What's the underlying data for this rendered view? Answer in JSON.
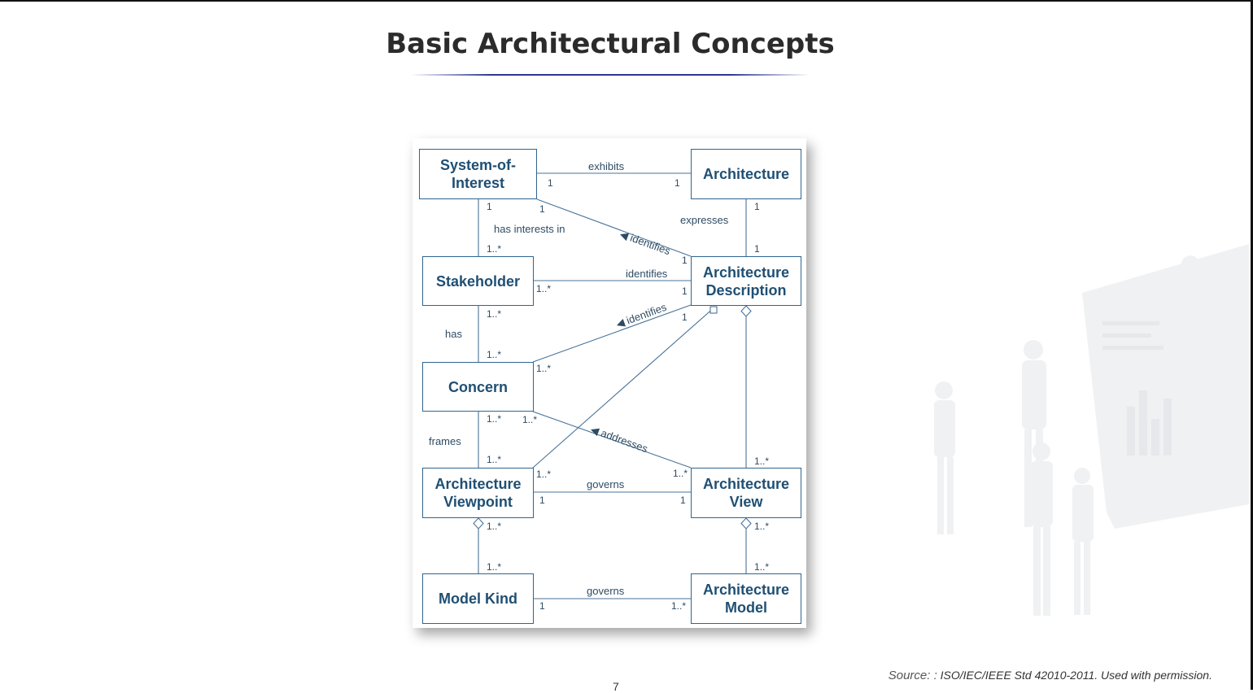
{
  "slide": {
    "title": "Basic Architectural Concepts",
    "source_label": "Source: :",
    "source_text": "ISO/IEC/IEEE Std 42010-2011. Used with permission.",
    "page_number": "7"
  },
  "diagram": {
    "boxes": {
      "system_of_interest": "System-of-\nInterest",
      "architecture": "Architecture",
      "stakeholder": "Stakeholder",
      "architecture_description": "Architecture\nDescription",
      "concern": "Concern",
      "architecture_viewpoint": "Architecture\nViewpoint",
      "architecture_view": "Architecture\nView",
      "model_kind": "Model Kind",
      "architecture_model": "Architecture\nModel"
    },
    "labels": {
      "exhibits": "exhibits",
      "has_interests_in": "has interests in",
      "expresses": "expresses",
      "identifies_soi": "◀ identifies",
      "identifies_stakeholder": "identifies",
      "identifies_concern": "◀ identifies",
      "has": "has",
      "frames": "frames",
      "addresses": "◀ addresses",
      "governs_view": "governs",
      "governs_model": "governs"
    },
    "multiplicities": {
      "m1": "1",
      "m2": "1",
      "m3": "1",
      "m4": "1",
      "m5": "1..*",
      "m6": "1",
      "m7": "1",
      "m8": "1",
      "m9": "1..*",
      "m10": "1",
      "m11": "1..*",
      "m12": "1",
      "m13": "1..*",
      "m14": "1..*",
      "m15": "1..*",
      "m16": "1..*",
      "m17": "1..*",
      "m18": "1..*",
      "m19": "1",
      "m20": "1..*",
      "m21": "1",
      "m22": "1..*",
      "m23": "1..*",
      "m24": "1..*",
      "m25": "1..*",
      "m26": "1",
      "m27": "1..*"
    }
  },
  "colors": {
    "box_border": "#2f6590",
    "box_text": "#1f4f73",
    "line": "#4a7398",
    "title_rule": "#2d3791"
  }
}
